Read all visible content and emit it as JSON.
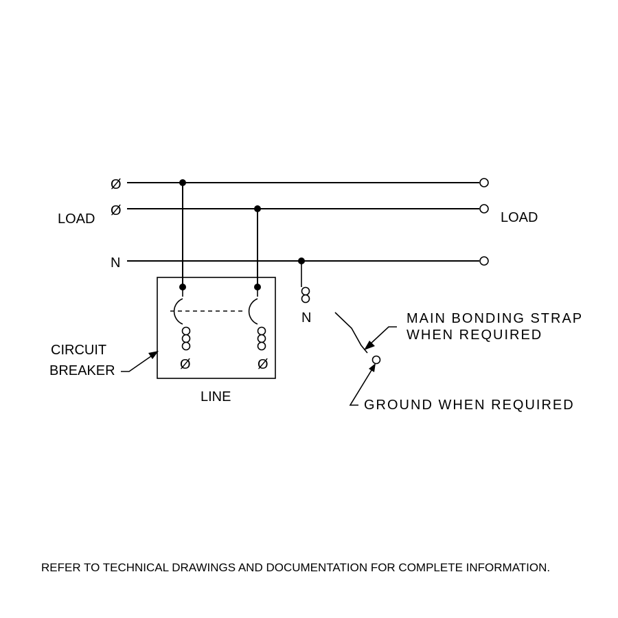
{
  "labels": {
    "phase_symbol": "Ø",
    "neutral": "N",
    "load_left": "LOAD",
    "load_right": "LOAD",
    "line": "LINE",
    "circuit_breaker_line1": "CIRCUIT",
    "circuit_breaker_line2": "BREAKER",
    "bonding_strap_line1": "MAIN BONDING STRAP",
    "bonding_strap_line2": "WHEN REQUIRED",
    "ground": "GROUND WHEN REQUIRED"
  },
  "footer_note": "REFER TO TECHNICAL DRAWINGS AND DOCUMENTATION FOR COMPLETE INFORMATION."
}
